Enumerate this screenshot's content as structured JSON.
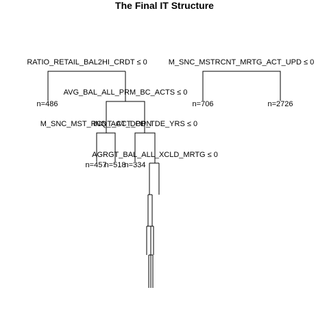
{
  "title": "The Final IT Structure",
  "tree": {
    "splits": [
      "RATIO_RETAIL_BAL2HI_CRDT ≤ 0",
      "M_SNC_MSTRCNT_MRTG_ACT_UPD ≤ 0",
      "AVG_BAL_ALL_PRM_BC_ACTS ≤ 0",
      "M_SNC_MST_RCNT_ACT_OPN",
      "INQ_ACT_DPD_TDE_YRS ≤ 0",
      "AGRGT_BAL_ALL_XCLD_MRTG ≤ 0"
    ],
    "leaves": [
      "n=486",
      "n=706",
      "n=2726",
      "n=457",
      "n=518",
      "n=334"
    ]
  }
}
